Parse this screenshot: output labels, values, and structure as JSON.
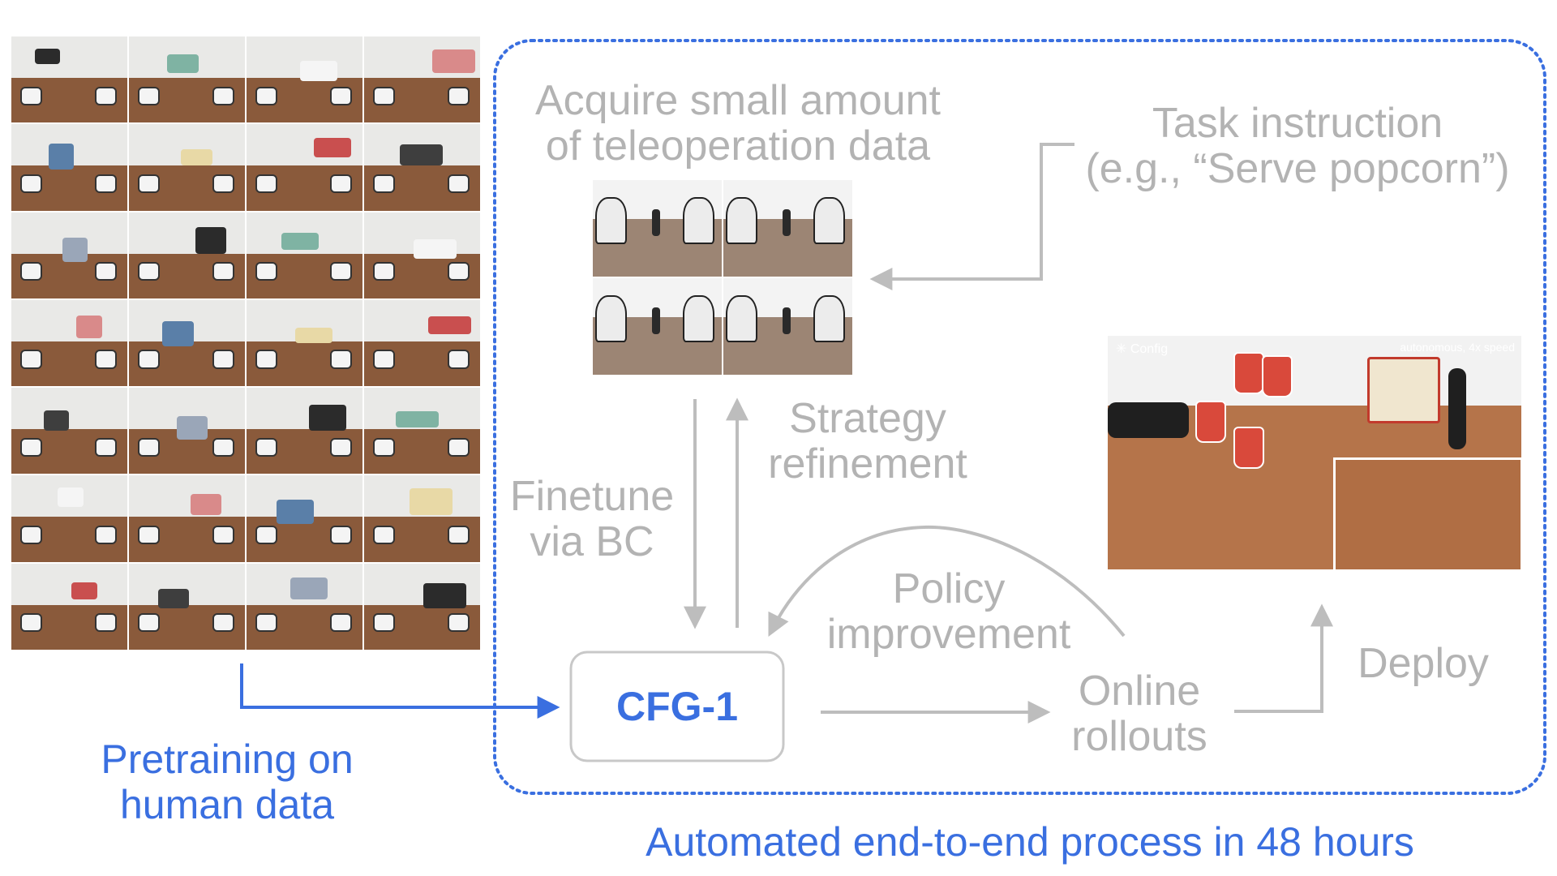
{
  "labels": {
    "acquire": [
      "Acquire small amount",
      "of teleoperation data"
    ],
    "task": [
      "Task instruction",
      "(e.g., “Serve popcorn”)"
    ],
    "strategy": [
      "Strategy",
      "refinement"
    ],
    "finetune": [
      "Finetune",
      "via BC"
    ],
    "policy": [
      "Policy",
      "improvement"
    ],
    "online": [
      "Online",
      "rollouts"
    ],
    "deploy": "Deploy",
    "pretraining": [
      "Pretraining on",
      "human data"
    ],
    "automated": "Automated end-to-end process in 48 hours"
  },
  "model_box": {
    "label": "CFG-1"
  },
  "deploy_image": {
    "left_label": "✳ Config",
    "right_label": "autonomous, 4x speed"
  },
  "colors": {
    "blue": "#3a6fe0",
    "gray": "#b3b3b3",
    "gray_line": "#bdbdbd"
  },
  "human_grid": {
    "rows": 7,
    "cols": 4
  },
  "teleop_grid": {
    "rows": 2,
    "cols": 2
  }
}
